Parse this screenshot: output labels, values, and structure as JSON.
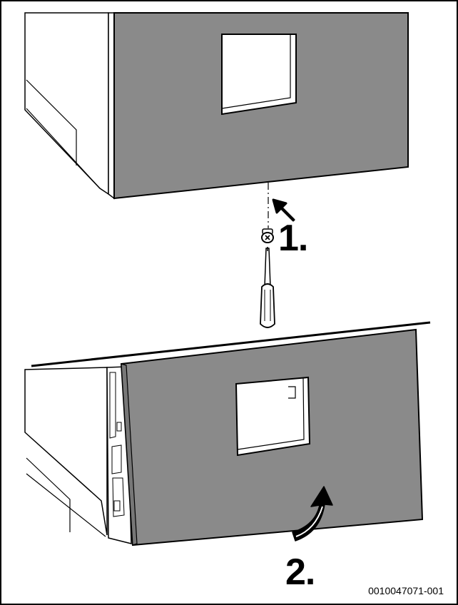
{
  "steps": [
    {
      "label": "1."
    },
    {
      "label": "2."
    }
  ],
  "figure_id": "0010047071-001",
  "colors": {
    "panel": "#8a8a8a",
    "window": "#ffffff",
    "outline": "#000000",
    "appliance_body": "#ffffff"
  },
  "icons": {
    "arrow_step_1": "arrow-up-left-icon",
    "arrow_step_2": "curved-arrow-up-icon",
    "tool": "screwdriver-icon",
    "fastener": "screw-icon"
  }
}
